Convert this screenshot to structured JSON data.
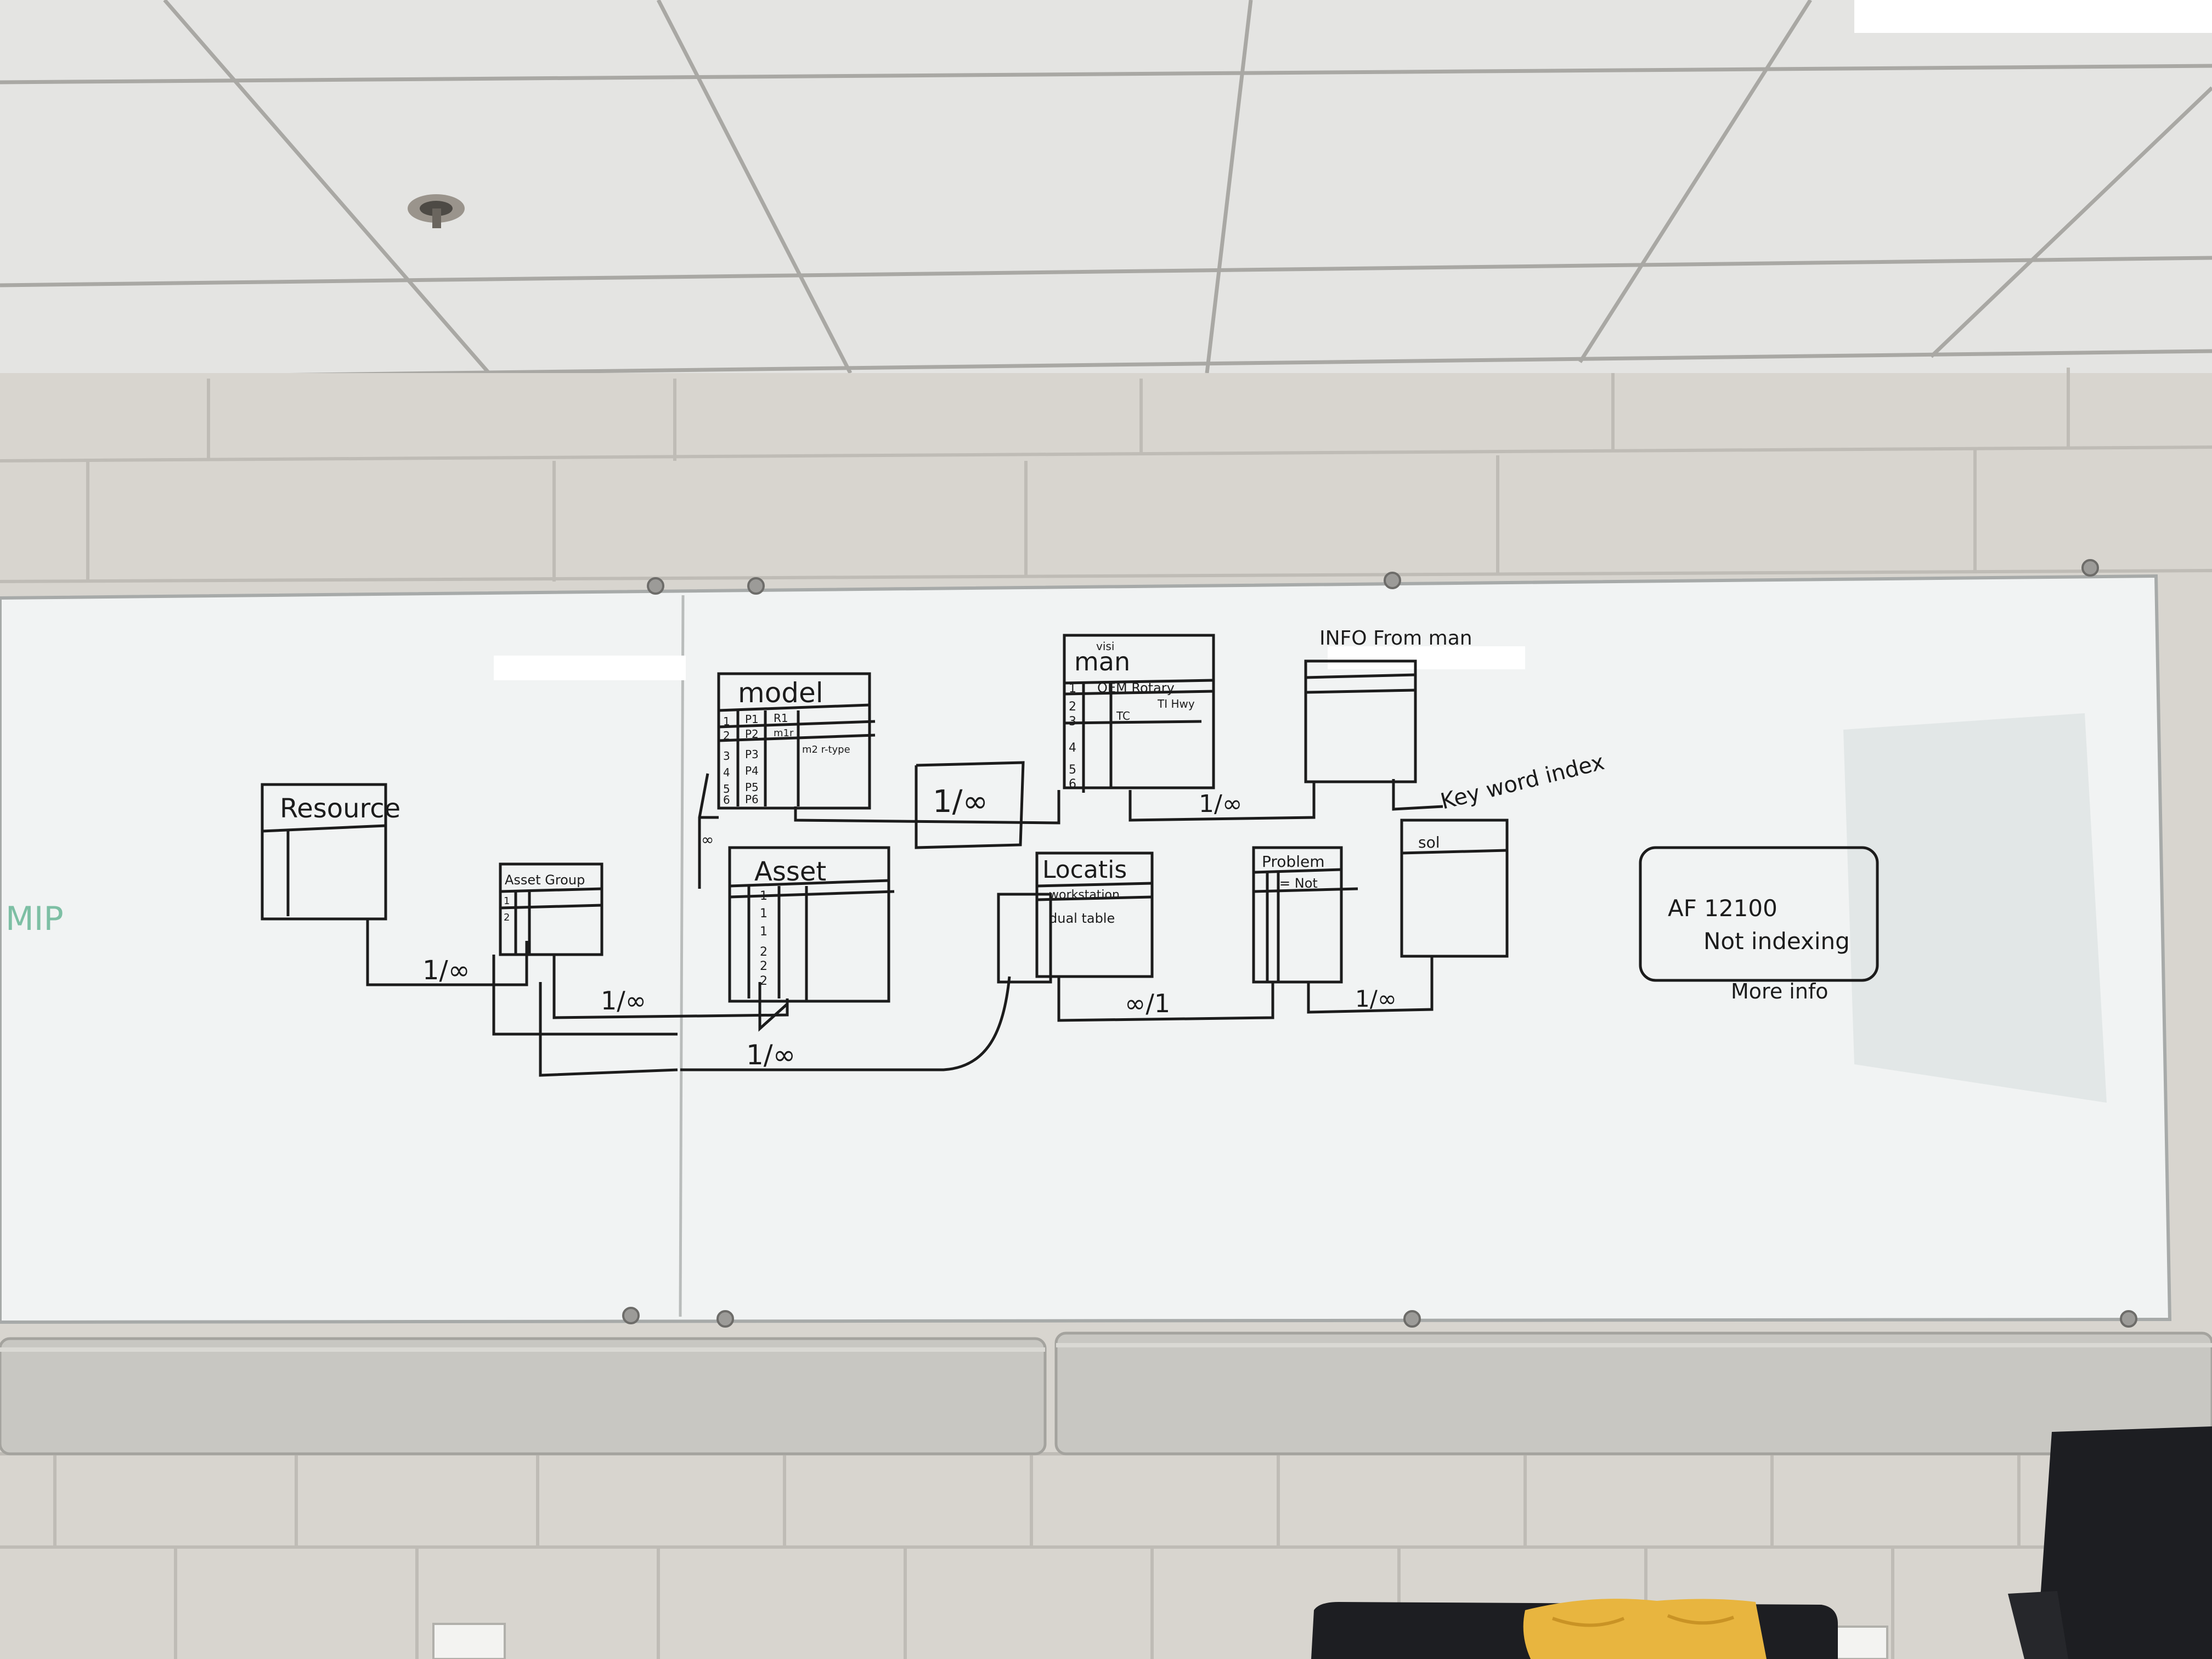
{
  "scene": {
    "colors": {
      "ceiling": "#e4e4e2",
      "ceiling_grid": "#a9a8a4",
      "wall": "#d8d5cf",
      "mortar": "#bfbcb6",
      "board": "#f1f3f3",
      "board_glare": "#ffffff",
      "marker": "#1c1c1c",
      "tray": "#c8c7c2",
      "chair": "#1d1e22",
      "towel": "#e8b53f"
    },
    "icons": [
      "sprinkler-icon",
      "ceiling-light-icon",
      "wall-outlet-icon",
      "board-standoff-icon"
    ]
  },
  "whiteboard": {
    "labels": {
      "resource": "Resource",
      "model": "model",
      "model_rows": [
        "1",
        "2",
        "3",
        "4",
        "5",
        "6"
      ],
      "model_col1": [
        "P1",
        "P2",
        "P3",
        "P4",
        "P5",
        "P6"
      ],
      "model_col2": [
        "R1",
        "m1r",
        "m2 r-type"
      ],
      "man_sub": "visi",
      "man": "man",
      "man_rows": [
        "1",
        "2",
        "3",
        "4",
        "5",
        "6"
      ],
      "man_col": [
        "OEM Rotary",
        "TI Hwy",
        "TC"
      ],
      "info_from_man": "INFO From man",
      "keyword_index": "Key word index",
      "asset_group": "Asset Group",
      "asset_group_rows": [
        "1",
        "2"
      ],
      "asset": "Asset",
      "asset_col": [
        "1",
        "1",
        "1",
        "2",
        "2",
        "2"
      ],
      "locations": "Locatis",
      "loc_row1": "workstation",
      "loc_row2": "dual table",
      "problem": "Problem",
      "problem_row": "= Not",
      "sol": "sol",
      "af_code": "AF 12100",
      "not_indexing": "Not indexing",
      "more_info": "More info",
      "rel_resource_group": "1/∞",
      "rel_group_asset": "1/∞",
      "rel_asset_loc": "1/∞",
      "rel_model_man": "1/∞",
      "rel_man_info": "1/∞",
      "rel_loc_problem": "∞/1",
      "rel_problem_sol": "1/∞",
      "model_asset_side": "∞",
      "side_scribble": "MIP"
    }
  }
}
